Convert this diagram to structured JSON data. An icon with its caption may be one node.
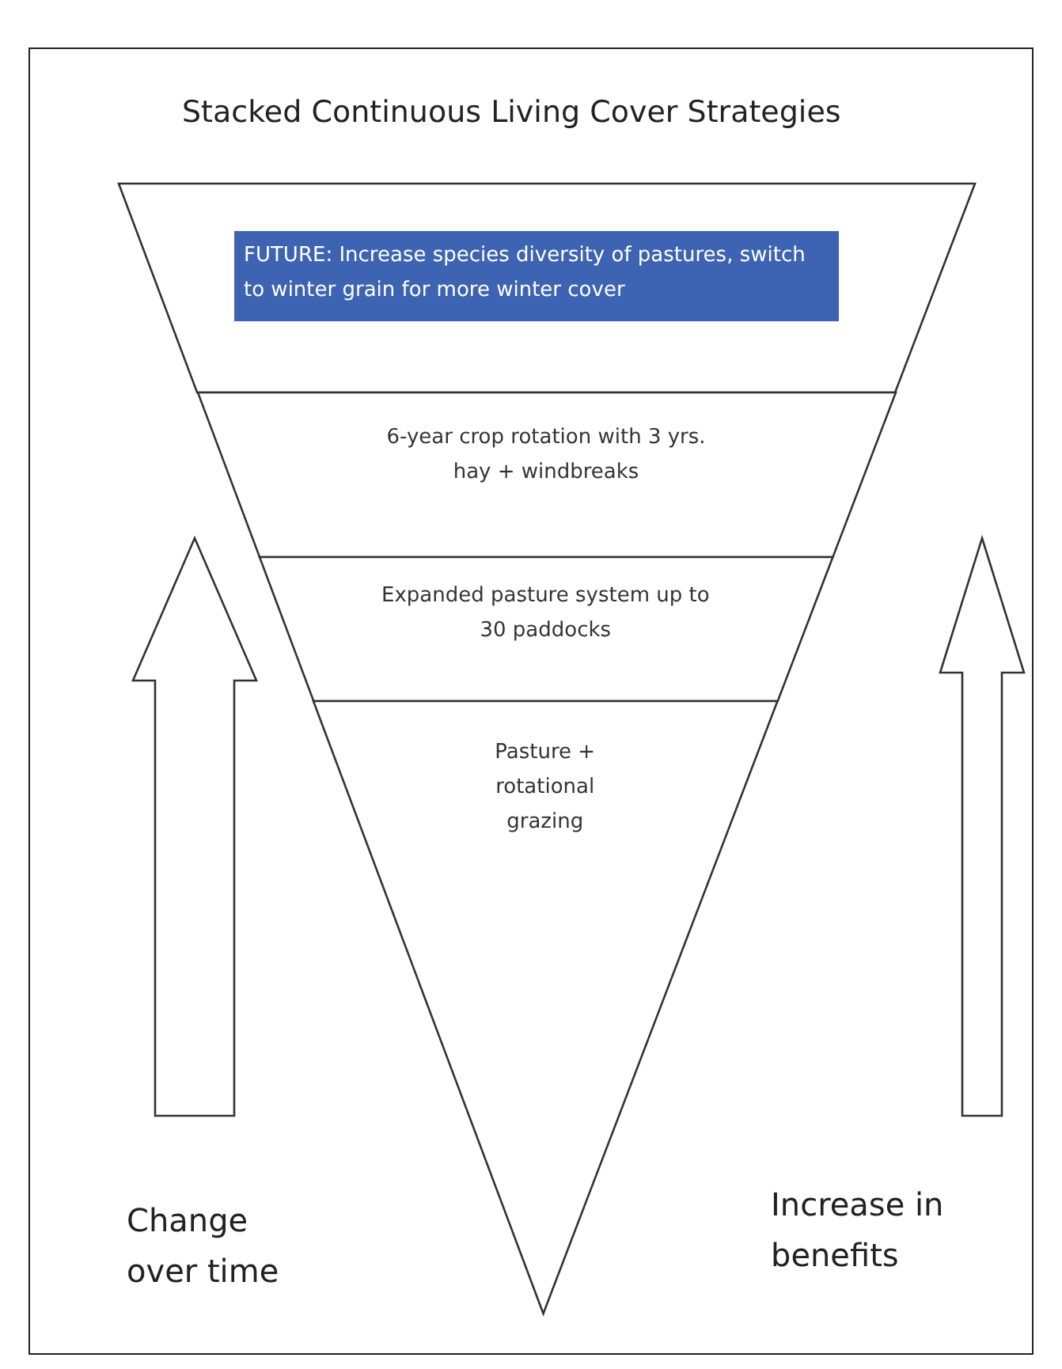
{
  "diagram": {
    "title": "Stacked Continuous Living Cover Strategies",
    "nodes": [
      {
        "text": [],
        "shape": "band"
      },
      {
        "text": [
          "FUTURE: Increase species diversity of pastures, switch to winter grain for more winter cover"
        ],
        "in": 0
      },
      {
        "text": [
          "6-year crop rotation with 3 yrs. hay + windbreaks"
        ]
      },
      {
        "text": [
          "Expanded pasture system up to 30 paddocks"
        ]
      },
      {
        "text": [
          "Pasture + rotational grazing"
        ]
      }
    ],
    "labels": [
      "Change over time",
      "Increase in benefits"
    ]
  }
}
